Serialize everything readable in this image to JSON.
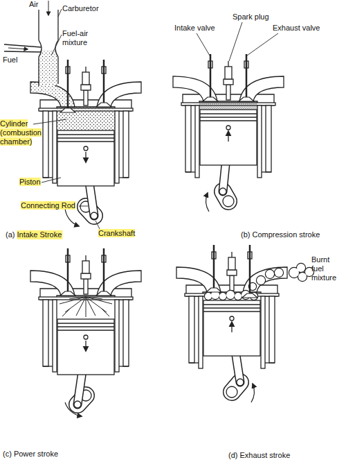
{
  "diagram": {
    "labels": [
      "Air",
      "Carburetor",
      "Fuel",
      "Fuel-air mixture",
      "Intake valve",
      "Spark plug",
      "Exhaust valve",
      "Cylinder (combustion chamber)",
      "Piston",
      "Connecting Rod",
      "(a) Intake Stroke",
      "Crankshaft",
      "(b) Compression stroke",
      "Burnt fuel mixture",
      "(c) Power stroke",
      "(d) Exhaust stroke"
    ]
  }
}
